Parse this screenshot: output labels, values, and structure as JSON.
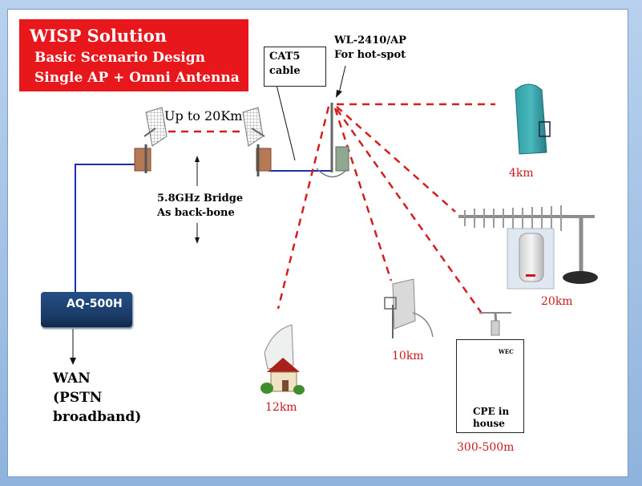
{
  "title": {
    "line1": "WISP Solution",
    "line2": "Basic Scenario Design",
    "line3": "Single AP + Omni Antenna"
  },
  "labels": {
    "cat5": [
      "CAT5",
      "cable"
    ],
    "ap": [
      "WL-2410/AP",
      "For hot-spot"
    ],
    "link_distance": "Up to 20Km",
    "bridge": [
      "5.8GHz Bridge",
      "As back-bone"
    ],
    "device": "AQ-500H",
    "wan": [
      "WAN",
      "(PSTN",
      "broadband)"
    ],
    "cpe": [
      "CPE in",
      "house"
    ],
    "cpe_brand": "WEC"
  },
  "distances": {
    "d4": "4km",
    "d20": "20km",
    "d10": "10km",
    "d12": "12km",
    "d300": "300-500m"
  },
  "colors": {
    "title_bg": "#e8171c",
    "dashed_link": "#d21f1f",
    "cable": "#1b2fa8",
    "distance_text": "#c8191e"
  }
}
